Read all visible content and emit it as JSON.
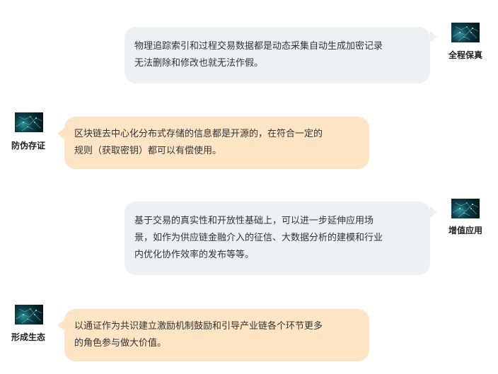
{
  "messages": [
    {
      "side": "right",
      "caption": "全程保真",
      "lines": [
        "物理追踪索引和过程交易数据都是动态采集自动生成加密记录",
        "无法删除和修改也就无法作假。"
      ],
      "avatar_icon": "circuit-network-icon"
    },
    {
      "side": "left",
      "caption": "防伪存证",
      "lines": [
        "区块链去中心化分布式存储的信息都是开源的，在符合一定的",
        "规则（获取密钥）都可以有偿使用。"
      ],
      "avatar_icon": "circuit-network-icon"
    },
    {
      "side": "right",
      "caption": "增值应用",
      "lines": [
        "基于交易的真实性和开放性基础上，可以进一步延伸应用场",
        "景，如作为供应链金融介入的征信、大数据分析的建模和行业",
        "内优化协作效率的发布等等。"
      ],
      "avatar_icon": "circuit-network-icon"
    },
    {
      "side": "left",
      "caption": "形成生态",
      "lines": [
        "以通证作为共识建立激励机制鼓励和引导产业链各个环节更多",
        "的角色参与做大价值。"
      ],
      "avatar_icon": "circuit-network-icon"
    }
  ],
  "colors": {
    "bubble_grey": "#eef0f3",
    "bubble_orange": "#fde4c4",
    "text": "#333333",
    "avatar_teal": "#2f8f9a"
  }
}
